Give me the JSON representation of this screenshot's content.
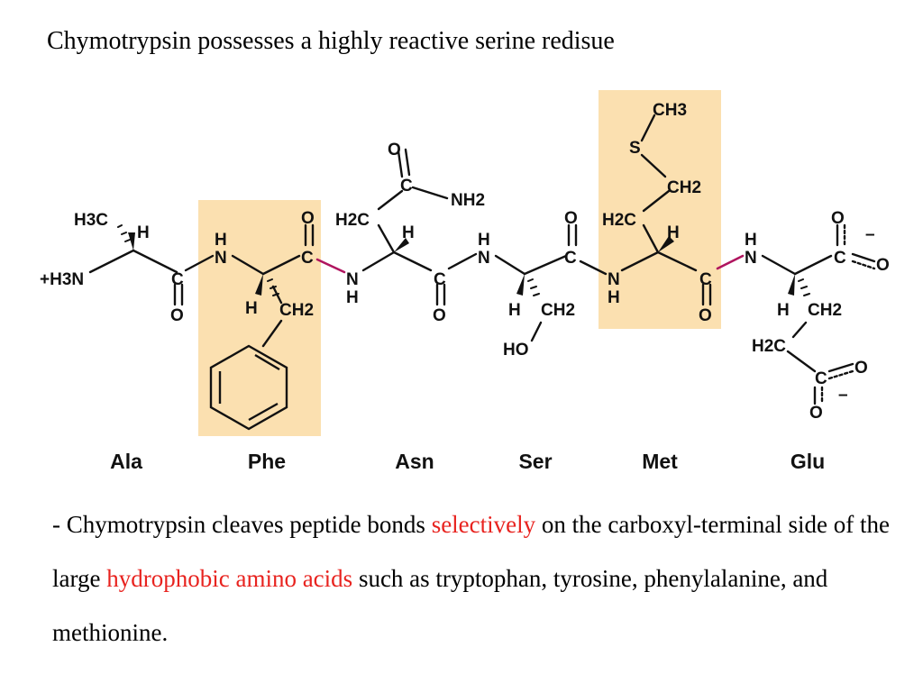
{
  "title": "Chymotrypsin possesses a highly reactive serine redisue",
  "colors": {
    "highlight_box": "#fbe0b0",
    "scissile_bond": "#b0155f",
    "emphasis_text": "#e8231f"
  },
  "residues": [
    "Ala",
    "Phe",
    "Asn",
    "Ser",
    "Met",
    "Glu"
  ],
  "labels": {
    "h3n_plus": "+H3N",
    "h3c": "H3C",
    "h": "H",
    "n": "N",
    "c": "C",
    "o": "O",
    "ch2": "CH2",
    "h2c": "H2C",
    "nh2": "NH2",
    "ho": "HO",
    "s": "S",
    "ch3": "CH3",
    "minus": "–"
  },
  "paragraph": {
    "p1": "- Chymotrypsin cleaves peptide bonds ",
    "h1": "selectively",
    "p2": " on the carboxyl-terminal side of the large ",
    "h2": "hydrophobic amino acids",
    "p3": " such as tryptophan, tyrosine, phenylalanine, and methionine."
  }
}
